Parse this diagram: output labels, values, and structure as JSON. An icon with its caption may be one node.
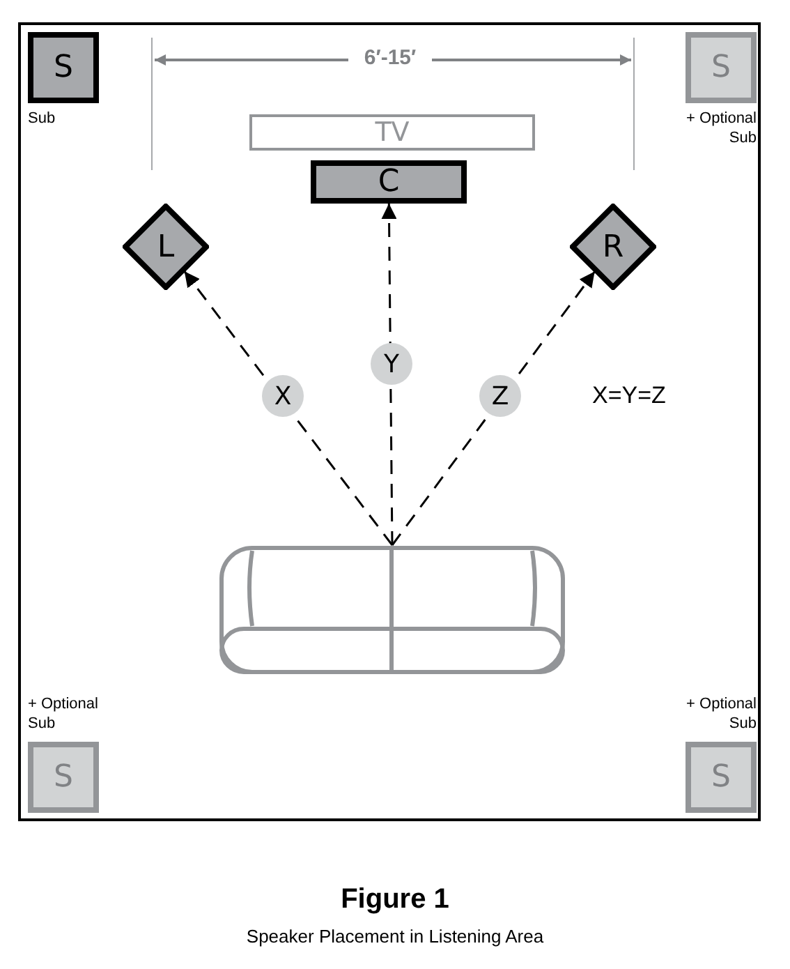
{
  "diagram": {
    "title": "Figure 1",
    "caption": "Speaker Placement in Listening Area",
    "nodes": [
      {
        "text": [
          "S"
        ],
        "beside": [
          "Sub"
        ]
      },
      {
        "text": [
          "S"
        ],
        "beside": [
          "+ Optional Sub"
        ]
      },
      {
        "text": [
          "TV"
        ]
      },
      {
        "text": [
          "C"
        ]
      },
      {
        "text": [
          "L"
        ]
      },
      {
        "text": [
          "R"
        ]
      },
      {
        "text": [],
        "shape": "sofa"
      },
      {
        "text": [
          "S"
        ],
        "beside": [
          "+ Optional Sub"
        ]
      },
      {
        "text": [
          "S"
        ],
        "beside": [
          "+ Optional Sub"
        ]
      }
    ],
    "edges": [
      {
        "from": 6,
        "to": 4,
        "arrow": "to",
        "label": "X",
        "style": "dashed"
      },
      {
        "from": 6,
        "to": 3,
        "arrow": "to",
        "label": "Y",
        "style": "dashed"
      },
      {
        "from": 6,
        "to": 5,
        "arrow": "to",
        "label": "Z",
        "style": "dashed"
      }
    ],
    "labels": [
      "6′-15′",
      "X=Y=Z"
    ]
  }
}
